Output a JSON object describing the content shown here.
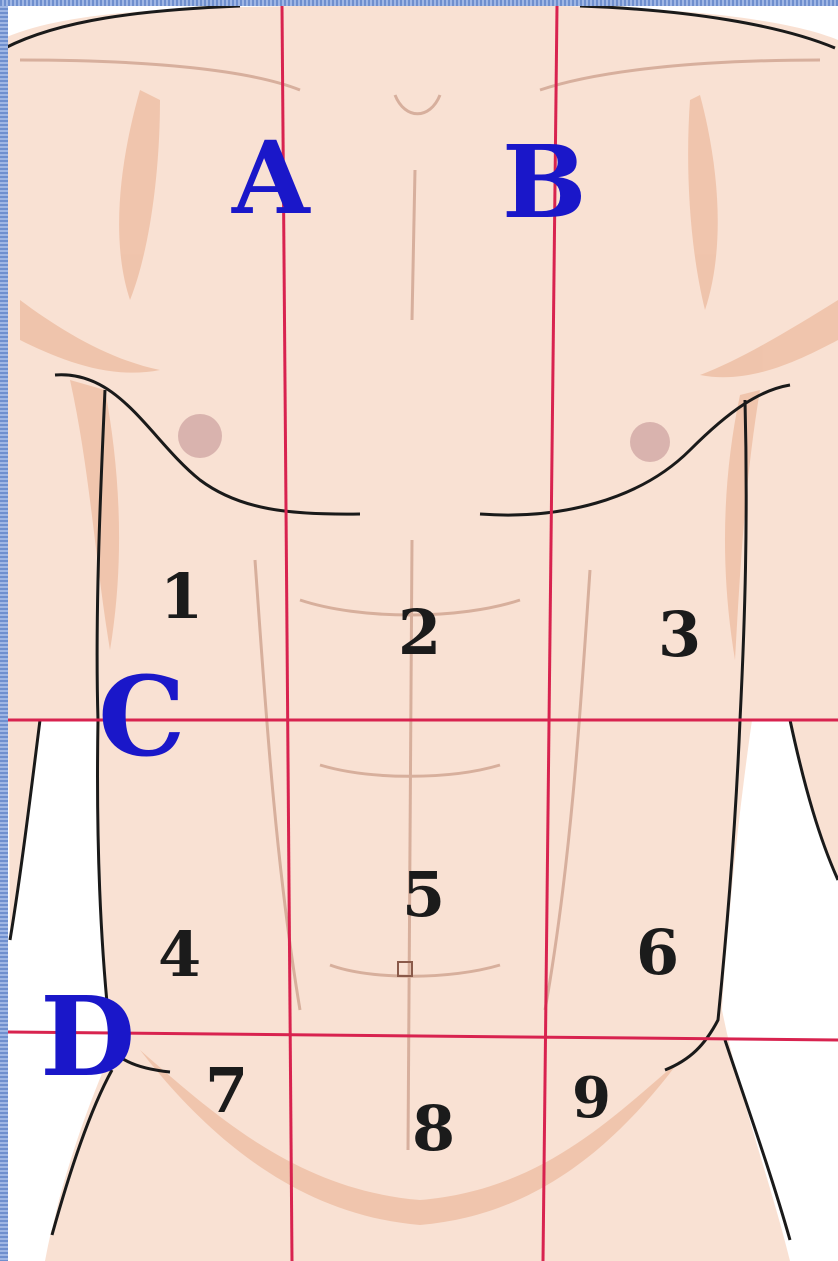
{
  "diagram": {
    "skin_color": "#f9e1d3",
    "shade_color": "#eec0a6",
    "outline_color": "#1a1a1a",
    "line_color": "#d8234f",
    "letter_color": "#1a17c9",
    "number_color": "#1b1b1b",
    "vertical_lines": [
      {
        "label": "A"
      },
      {
        "label": "B"
      }
    ],
    "horizontal_lines": [
      {
        "label": "C"
      },
      {
        "label": "D"
      }
    ],
    "regions": [
      "1",
      "2",
      "3",
      "4",
      "5",
      "6",
      "7",
      "8",
      "9"
    ]
  }
}
